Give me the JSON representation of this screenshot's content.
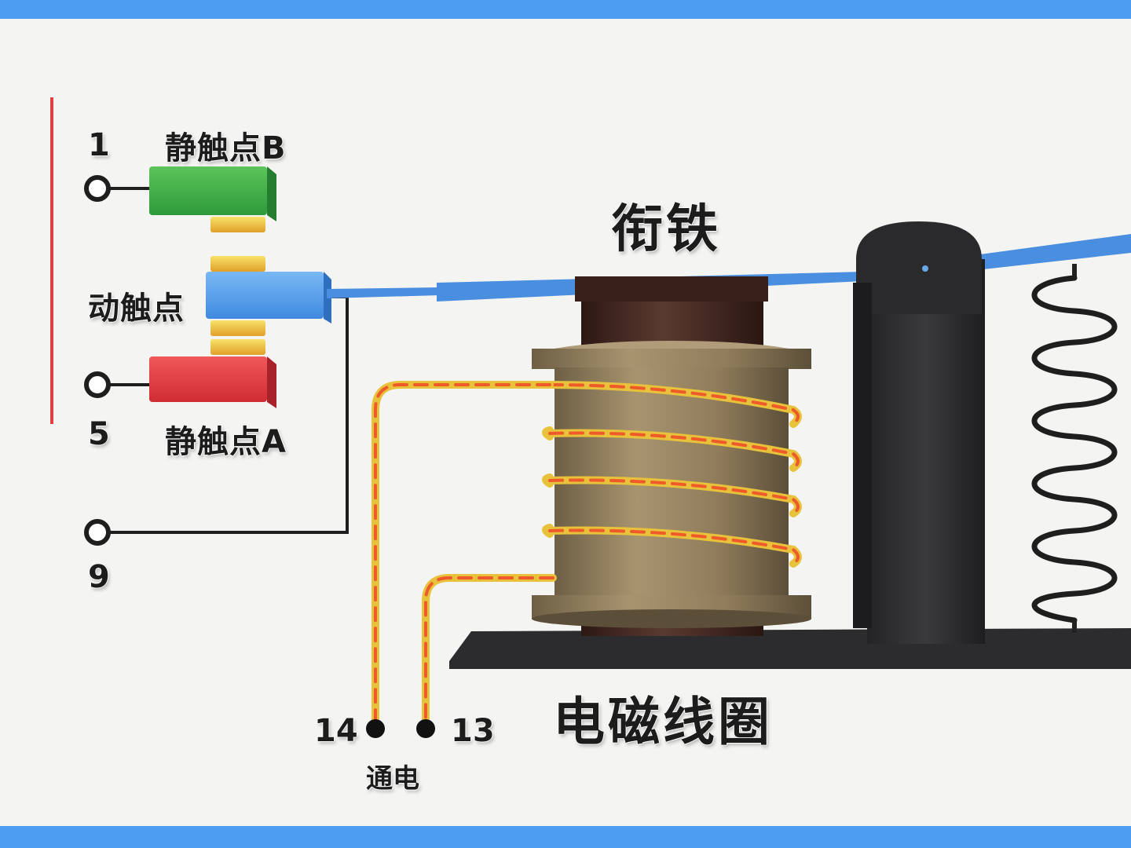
{
  "labels": {
    "terminal_1": "1",
    "terminal_5": "5",
    "terminal_9": "9",
    "terminal_14": "14",
    "terminal_13": "13",
    "static_contact_b": "静触点B",
    "static_contact_a": "静触点A",
    "moving_contact": "动触点",
    "armature": "衔铁",
    "coil": "电磁线圈",
    "energize": "通电"
  },
  "colors": {
    "frame": "#4d9ef3",
    "static_contact_b": "#3fae45",
    "static_contact_a": "#e03a3f",
    "moving_contact": "#5aa2ec",
    "contact_pad": "#f2d23a",
    "armature_bar": "#4a8ee0",
    "coil_bobbin": "#9a8766",
    "coil_core": "#4a2a22",
    "coil_wire": "#f2cf3a",
    "coil_wire_dash": "#ef5a2a",
    "frame_iron": "#2f2f31",
    "divider_line": "#e04040"
  }
}
